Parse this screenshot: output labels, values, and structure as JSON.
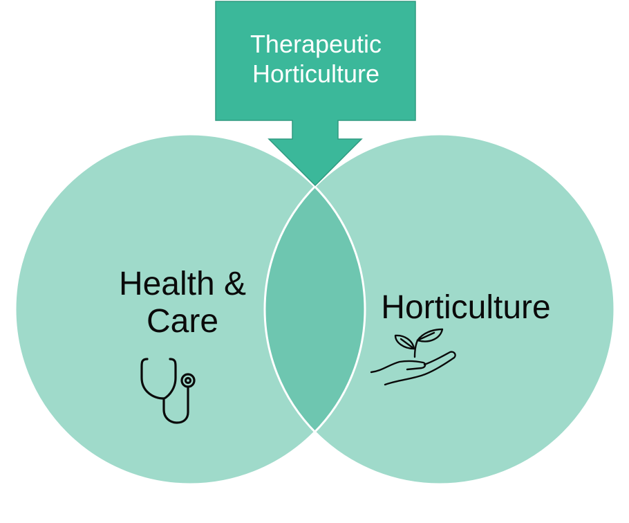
{
  "diagram": {
    "top_arrow": {
      "line1": "Therapeutic",
      "line2": "Horticulture",
      "color": "#3bb89a"
    },
    "left_circle": {
      "line1": "Health &",
      "line2": "Care",
      "icon": "stethoscope-icon",
      "color": "#9fdaca"
    },
    "right_circle": {
      "label": "Horticulture",
      "icon": "hand-plant-icon",
      "color": "#9fdaca"
    },
    "overlap_color": "#6ec6b0"
  }
}
